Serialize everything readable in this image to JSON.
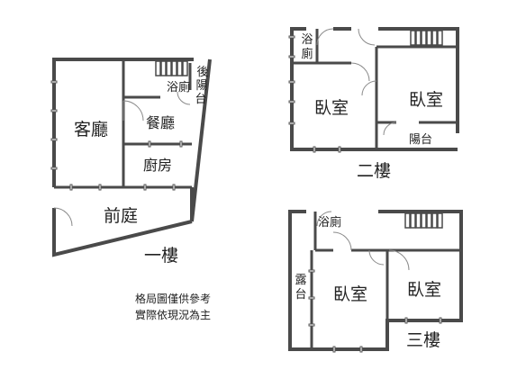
{
  "floor1": {
    "living": "客廳",
    "bath": "浴廁",
    "dining": "餐廳",
    "kitchen": "廚房",
    "back_balcony": [
      "後",
      "陽",
      "台"
    ],
    "front_yard": "前庭",
    "title": "一樓"
  },
  "floor2": {
    "bath": [
      "浴",
      "廁"
    ],
    "bedroom_left": "臥室",
    "bedroom_right": "臥室",
    "balcony": "陽台",
    "title": "二樓"
  },
  "floor3": {
    "bath": "浴廁",
    "terrace": [
      "露",
      "台"
    ],
    "bedroom_left": "臥室",
    "bedroom_right": "臥室",
    "title": "三樓"
  },
  "note": [
    "格局圖僅供參考",
    "實際依現況為主"
  ]
}
